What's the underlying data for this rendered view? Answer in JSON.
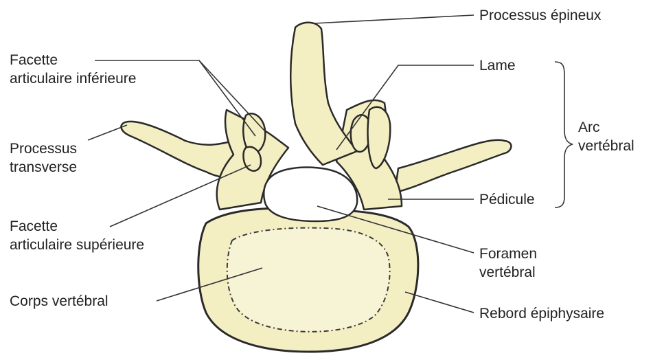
{
  "diagram": {
    "labels": {
      "processus_epineux": "Processus épineux",
      "lame": "Lame",
      "arc_vertebral": [
        "Arc",
        "vertébral"
      ],
      "pedicule": "Pédicule",
      "foramen_vertebral": [
        "Foramen",
        "vertébral"
      ],
      "rebord_epiphysaire": "Rebord épiphysaire",
      "facette_articulaire_inferieure": [
        "Facette",
        "articulaire inférieure"
      ],
      "processus_transverse": [
        "Processus",
        "transverse"
      ],
      "facette_articulaire_superieure": [
        "Facette",
        "articulaire supérieure"
      ],
      "corps_vertebral": "Corps vertébral"
    },
    "colors": {
      "bone_fill": "#f3efc2",
      "bone_shade": "#e6dfa2",
      "outline": "#2a2a2a",
      "leader_line": "#333333",
      "text": "#222222"
    }
  }
}
